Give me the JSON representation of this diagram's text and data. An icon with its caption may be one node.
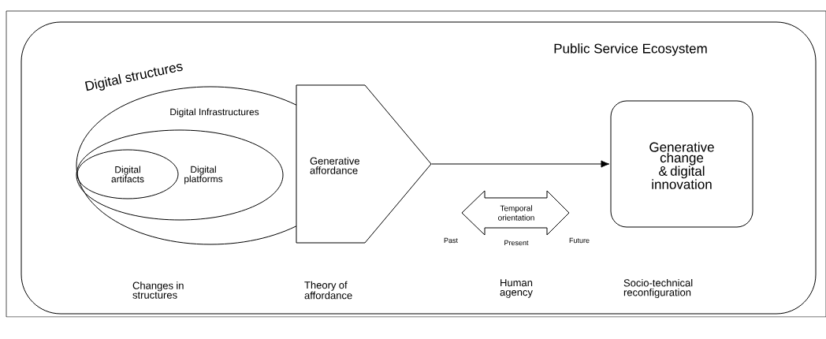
{
  "diagram": {
    "nodes": [
      {
        "text": [
          "Public Service Ecosystem"
        ]
      },
      {
        "text": [
          "Digital Infrastructures"
        ],
        "in": 0
      },
      {
        "text": [
          "Digital platforms"
        ],
        "in": 1
      },
      {
        "text": [
          "Digital artifacts"
        ],
        "in": 2
      },
      {
        "text": [
          "Generative affordance"
        ],
        "in": 0
      },
      {
        "text": [
          "Generative change & digital innovation"
        ],
        "in": 0
      },
      {
        "text": [
          "Temporal orientation"
        ],
        "in": 0
      }
    ],
    "edges": [
      {
        "from": 4,
        "to": 5,
        "arrow": "to"
      }
    ],
    "labels": [
      "Digital structures",
      "Past",
      "Present",
      "Future",
      "Changes in structures",
      "Theory of affordance",
      "Human agency",
      "Socio-technical reconfiguration"
    ]
  }
}
